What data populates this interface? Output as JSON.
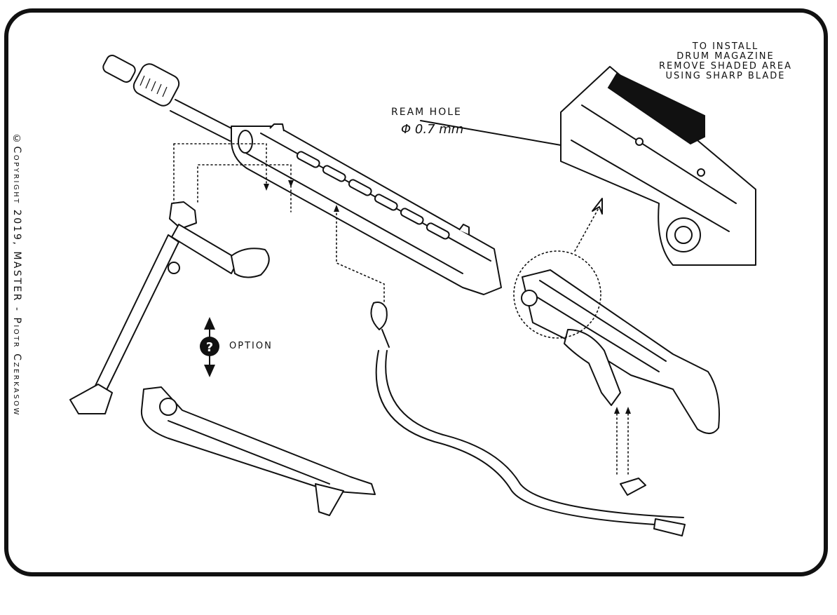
{
  "install_note": {
    "lines": [
      "TO INSTALL",
      "DRUM MAGAZINE",
      "REMOVE SHADED AREA",
      "USING SHARP BLADE"
    ]
  },
  "ream_hole": {
    "label": "REAM HOLE",
    "size": "Φ 0.7 mm"
  },
  "option": {
    "label": "OPTION",
    "icon": "question-mark-icon"
  },
  "copyright": "©Copyright 2019, MASTER - Piotr Czerkasow",
  "colors": {
    "ink": "#111111",
    "paper": "#ffffff"
  }
}
